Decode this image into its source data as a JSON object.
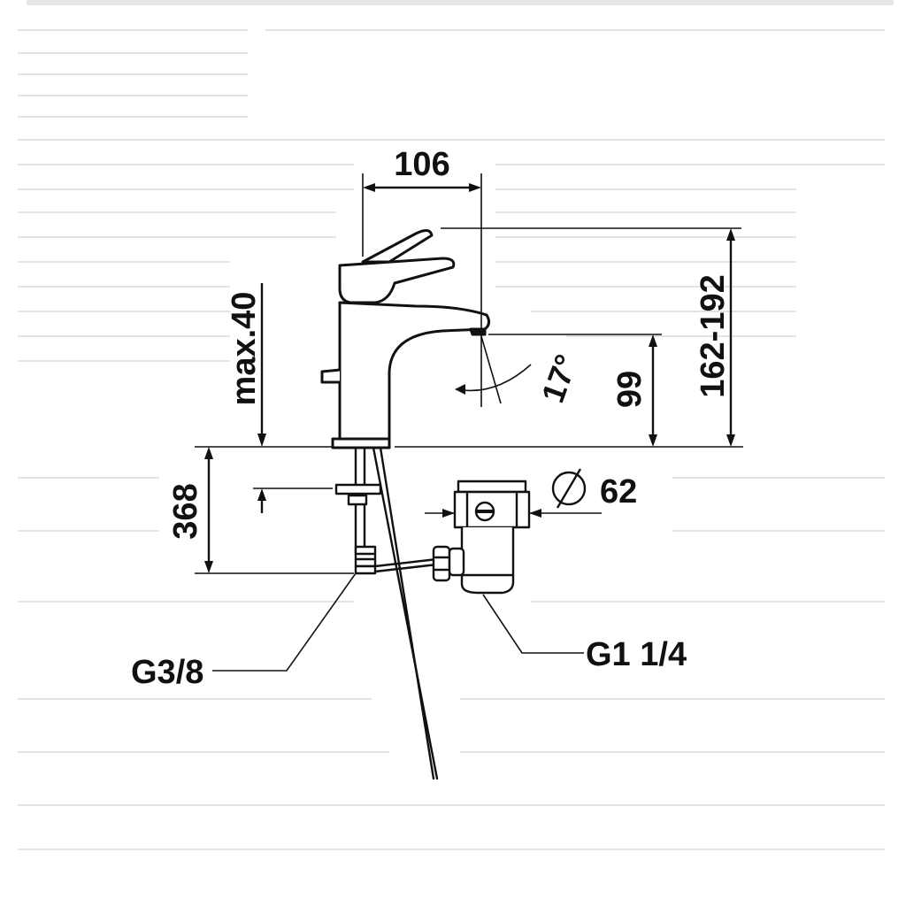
{
  "drawing": {
    "labels": {
      "width_top": "106",
      "height_total": "162-192",
      "height_spout": "99",
      "thickness_max": "max.40",
      "hose_length": "368",
      "waste_diameter": "62",
      "spout_angle": "17°",
      "connection_supply": "G3/8",
      "connection_waste": "G1 1/4"
    }
  }
}
